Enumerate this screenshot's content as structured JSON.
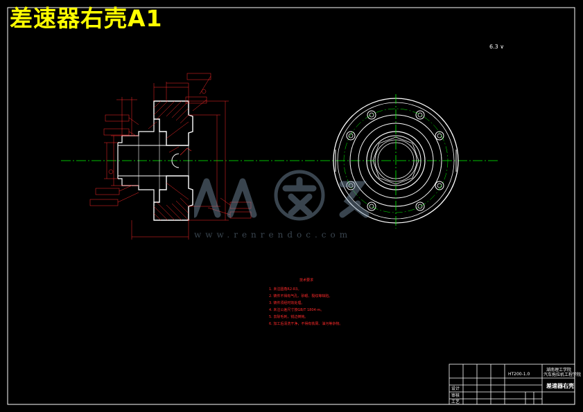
{
  "drawing": {
    "title": "差速器右壳A1",
    "roughness_mark": "6.3"
  },
  "title_block": {
    "part_name": "差速器右壳",
    "scale_cell": "HT200-1.0",
    "school_line1": "湖南理工学院",
    "school_line2": "汽车拖拉机工程学院",
    "label_design": "设计",
    "label_check": "审核",
    "label_process": "工艺"
  },
  "tech_requirements": {
    "header": "技术要求",
    "items": [
      "1. 未注圆角R2-R3。",
      "2. 铸件不得有气孔、砂眼、裂纹等缺陷。",
      "3. 铸件须经时效处理。",
      "4. 未注公差尺寸按GB/T 1804-m。",
      "5. 去除毛刺，锐边倒钝。",
      "6. 加工后清洗干净，不得有铁屑、油污等杂物。"
    ]
  },
  "watermark": {
    "text": "www.renrendoc.com"
  },
  "colors": {
    "outline": "#ffffff",
    "dimension": "#ff2a2a",
    "centerline": "#00ff00",
    "hatch": "#ff2a2a",
    "title": "#ffff00"
  }
}
